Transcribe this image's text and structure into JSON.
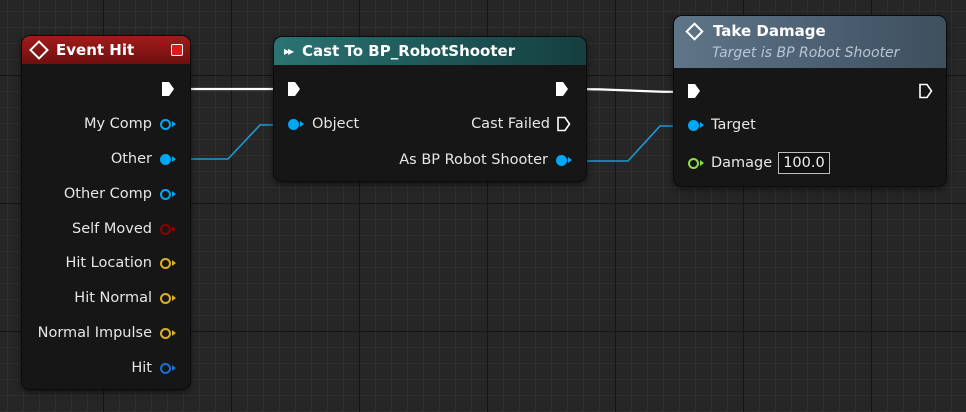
{
  "colors": {
    "event_header": "#8a1414",
    "cast_header": "#1f5f5f",
    "function_header": "#566a7d",
    "object_pin": "#00a8f3",
    "struct_pin": "#e0b020",
    "bool_pin": "#8f0000",
    "float_pin": "#8ae04a",
    "exec_pin": "#ffffff"
  },
  "event_hit": {
    "title": "Event Hit",
    "icon": "event-diamond-icon",
    "pins": [
      {
        "label": "My Comp",
        "type": "object",
        "name": "my-comp"
      },
      {
        "label": "Other",
        "type": "object",
        "name": "other",
        "connected": true
      },
      {
        "label": "Other Comp",
        "type": "object",
        "name": "other-comp"
      },
      {
        "label": "Self Moved",
        "type": "bool",
        "name": "self-moved"
      },
      {
        "label": "Hit Location",
        "type": "struct",
        "name": "hit-location"
      },
      {
        "label": "Hit Normal",
        "type": "struct",
        "name": "hit-normal"
      },
      {
        "label": "Normal Impulse",
        "type": "struct",
        "name": "normal-impulse"
      },
      {
        "label": "Hit",
        "type": "object-dark",
        "name": "hit"
      }
    ]
  },
  "cast_node": {
    "title": "Cast To BP_RobotShooter",
    "icon": "cast-arrow-icon",
    "object_label": "Object",
    "cast_failed_label": "Cast Failed",
    "as_label": "As BP Robot Shooter"
  },
  "take_damage": {
    "title": "Take Damage",
    "subtitle": "Target is BP Robot Shooter",
    "icon": "function-diamond-icon",
    "target_label": "Target",
    "damage_label": "Damage",
    "damage_value": "100.0"
  }
}
